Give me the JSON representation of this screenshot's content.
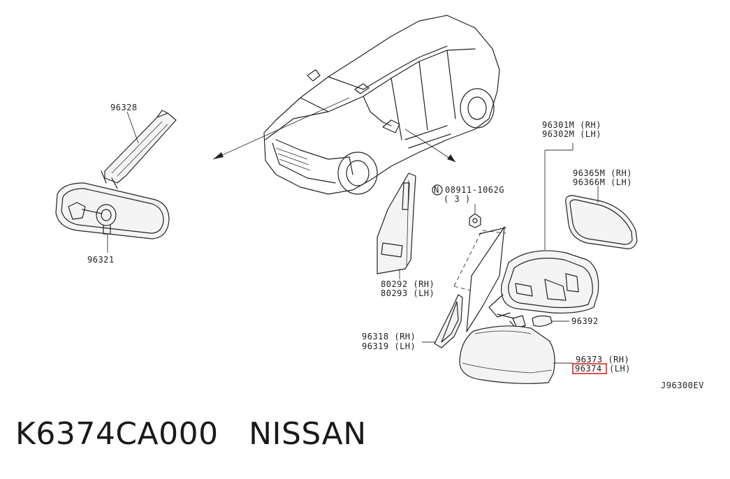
{
  "labels": {
    "p96328": "96328",
    "p96321": "96321",
    "p96301_rh": "96301M (RH)",
    "p96302_lh": "96302M (LH)",
    "p96365_rh": "96365M (RH)",
    "p96366_lh": "96366M (LH)",
    "bolt_part": "08911-1062G",
    "bolt_qty": "( 3 )",
    "bolt_symbol": "N",
    "p80292_rh": "80292 (RH)",
    "p80293_lh": "80293 (LH)",
    "p96318_rh": "96318 (RH)",
    "p96319_lh": "96319 (LH)",
    "p96392": "96392",
    "p96373_rh": "96373 (RH)",
    "p96374_num": "96374",
    "p96374_side": "(LH)",
    "diagram_code": "J96300EV"
  },
  "highlight_color": "#e02020",
  "footer": {
    "part_number": "K6374CA000",
    "brand": "NISSAN"
  }
}
